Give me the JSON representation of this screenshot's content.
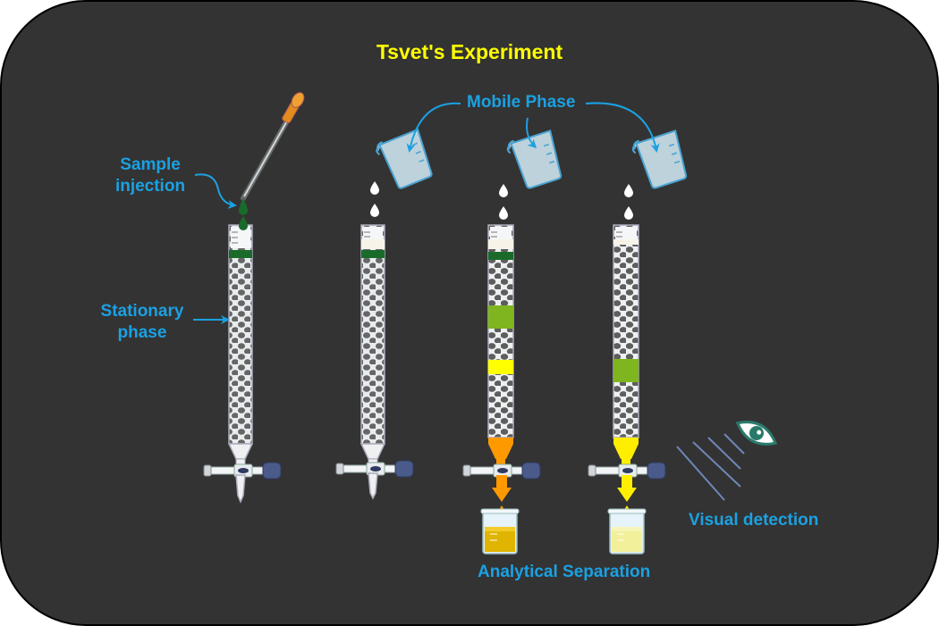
{
  "title": "Tsvet's Experiment",
  "labels": {
    "mobile_phase": "Mobile Phase",
    "sample_injection_1": "Sample",
    "sample_injection_2": "injection",
    "stationary_1": "Stationary",
    "stationary_2": "phase",
    "visual_detection": "Visual detection",
    "analytical_separation": "Analytical Separation"
  },
  "colors": {
    "background": "#333333",
    "title": "#ffff00",
    "label": "#1ba1e2",
    "chlorophyll": "#1a6b2a",
    "green_band": "#7fb51e",
    "yellow_band": "#ffff00",
    "orange": "#ff9900",
    "eye": "#2a7a6a"
  },
  "icons": [
    "dropper-icon",
    "beaker-icon",
    "eye-icon",
    "arrow-icon"
  ]
}
